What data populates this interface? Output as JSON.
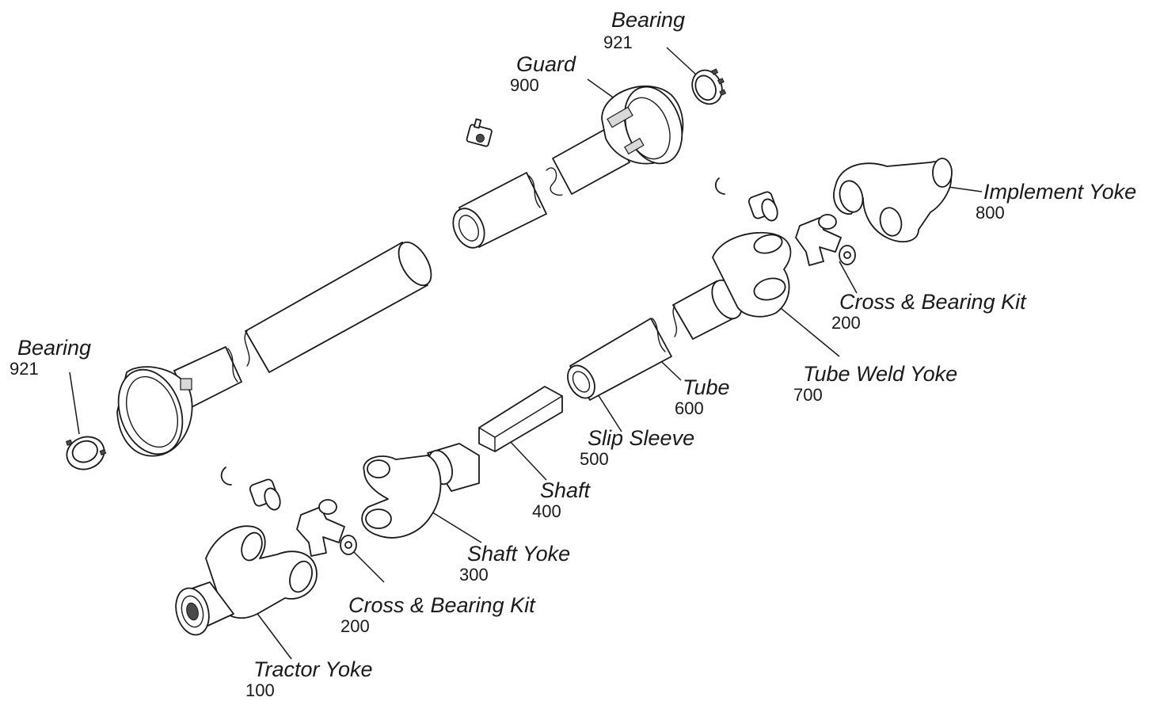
{
  "parts": {
    "bearing_top": {
      "name": "Bearing",
      "number": "921"
    },
    "guard": {
      "name": "Guard",
      "number": "900"
    },
    "implement_yoke": {
      "name": "Implement Yoke",
      "number": "800"
    },
    "cross_bearing_top": {
      "name": "Cross & Bearing Kit",
      "number": "200"
    },
    "tube_weld_yoke": {
      "name": "Tube Weld Yoke",
      "number": "700"
    },
    "tube": {
      "name": "Tube",
      "number": "600"
    },
    "slip_sleeve": {
      "name": "Slip Sleeve",
      "number": "500"
    },
    "shaft": {
      "name": "Shaft",
      "number": "400"
    },
    "shaft_yoke": {
      "name": "Shaft Yoke",
      "number": "300"
    },
    "cross_bearing_bottom": {
      "name": "Cross & Bearing Kit",
      "number": "200"
    },
    "tractor_yoke": {
      "name": "Tractor Yoke",
      "number": "100"
    },
    "bearing_left": {
      "name": "Bearing",
      "number": "921"
    }
  },
  "colors": {
    "line": "#1a1a1a",
    "background": "#ffffff"
  }
}
